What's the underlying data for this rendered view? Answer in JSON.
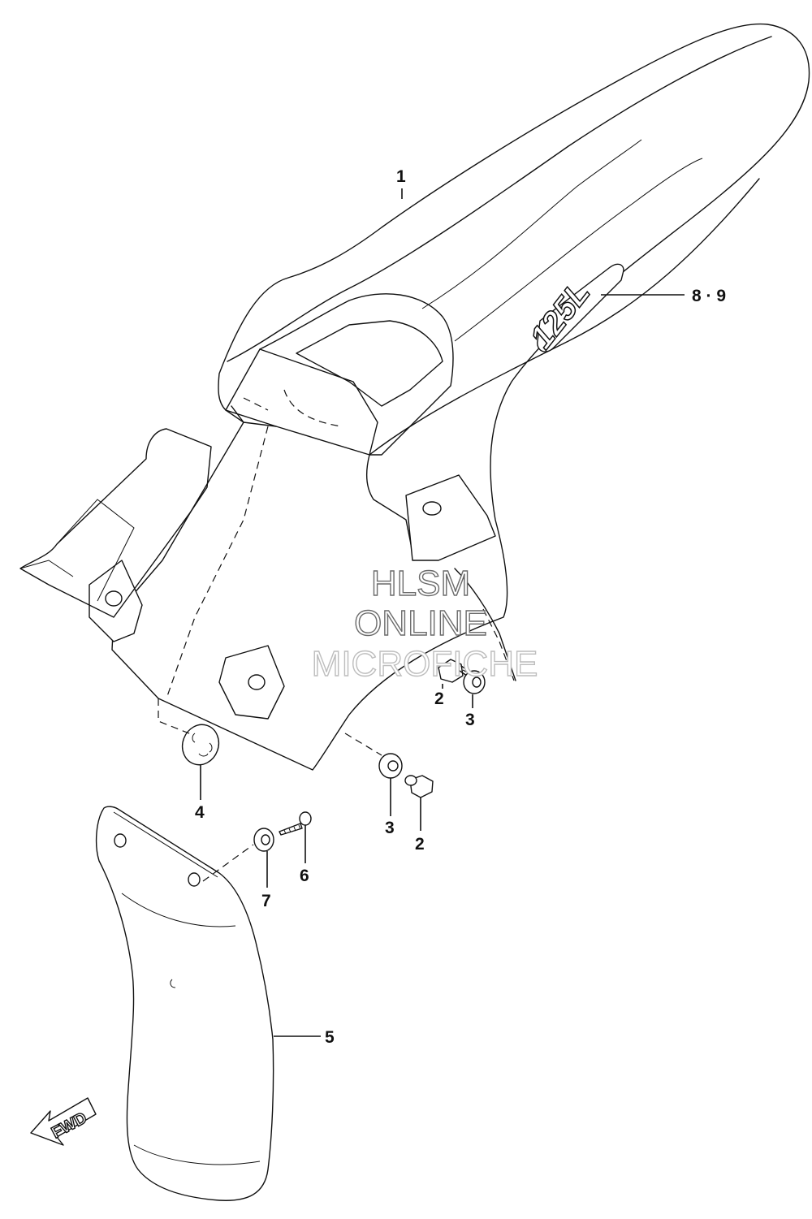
{
  "watermark": {
    "line1": "HLSM",
    "line2": "ONLINE",
    "line3": "MICROFICHE"
  },
  "decal_text": "125L",
  "fwd_label": "FWD",
  "callouts": {
    "c1": "1",
    "c89": "8 · 9",
    "c2a": "2",
    "c3a": "3",
    "c4": "4",
    "c3b": "3",
    "c2b": "2",
    "c6": "6",
    "c7": "7",
    "c5": "5"
  }
}
